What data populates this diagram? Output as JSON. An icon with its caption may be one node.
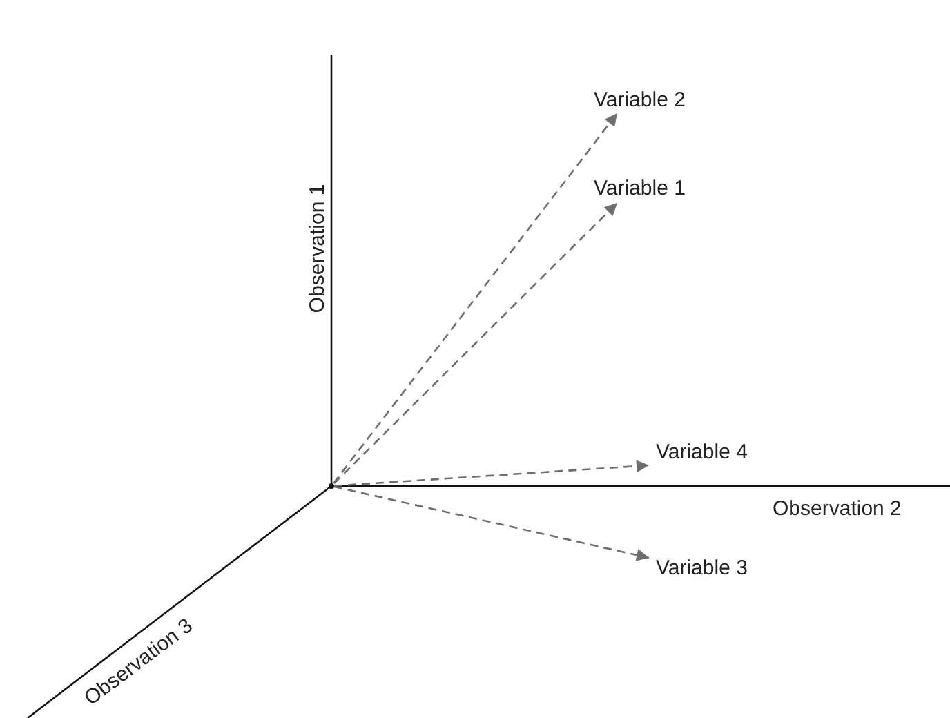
{
  "diagram": {
    "nodes": [
      {
        "text": [
          "Variable 2"
        ]
      },
      {
        "text": [
          "Variable 1"
        ]
      },
      {
        "text": [
          "Variable 4"
        ]
      },
      {
        "text": [
          "Variable 3"
        ]
      },
      {
        "text": [],
        "shape": "point"
      }
    ],
    "edges": [
      {
        "from": 4,
        "to": 0,
        "arrow": "to",
        "style": "dashed"
      },
      {
        "from": 4,
        "to": 1,
        "arrow": "to",
        "style": "dashed"
      },
      {
        "from": 4,
        "to": 2,
        "arrow": "to",
        "style": "dashed"
      },
      {
        "from": 4,
        "to": 3,
        "arrow": "to",
        "style": "dashed"
      }
    ],
    "labels": [
      "Observation 1",
      "Observation 2",
      "Observation 3"
    ]
  }
}
